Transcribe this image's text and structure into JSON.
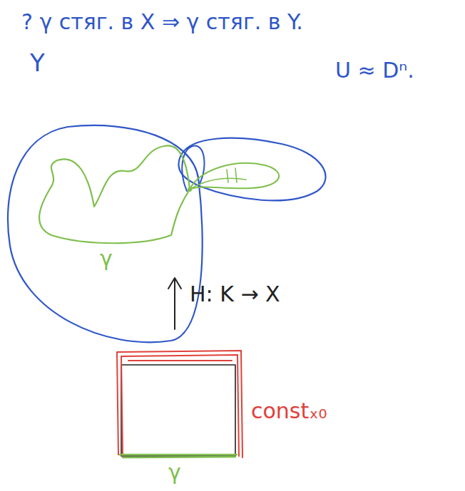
{
  "diagram": {
    "labels": [
      "? γ стяг. в X ⇒ γ стяг. в Y.",
      "Y",
      "U ≈ Dⁿ.",
      "γ",
      "H: K → X",
      "constₓ₀",
      "γ"
    ]
  }
}
